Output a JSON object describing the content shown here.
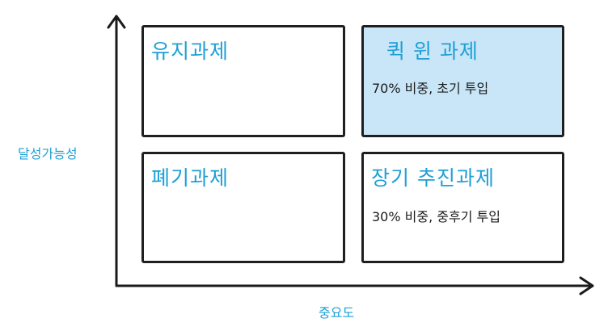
{
  "axes": {
    "y_label": "달성가능성",
    "x_label": "중요도"
  },
  "quadrants": {
    "top_left": {
      "title": "유지과제"
    },
    "top_right": {
      "title": "퀵 윈 과제",
      "note": "70% 비중, 초기 투입"
    },
    "bottom_left": {
      "title": "폐기과제"
    },
    "bottom_right": {
      "title": "장기 추진과제",
      "note": "30% 비중, 중후기 투입"
    }
  },
  "colors": {
    "title_blue": "#1e9fd6",
    "highlight_fill": "#c9e6f8",
    "outline": "#1f1f1f"
  }
}
